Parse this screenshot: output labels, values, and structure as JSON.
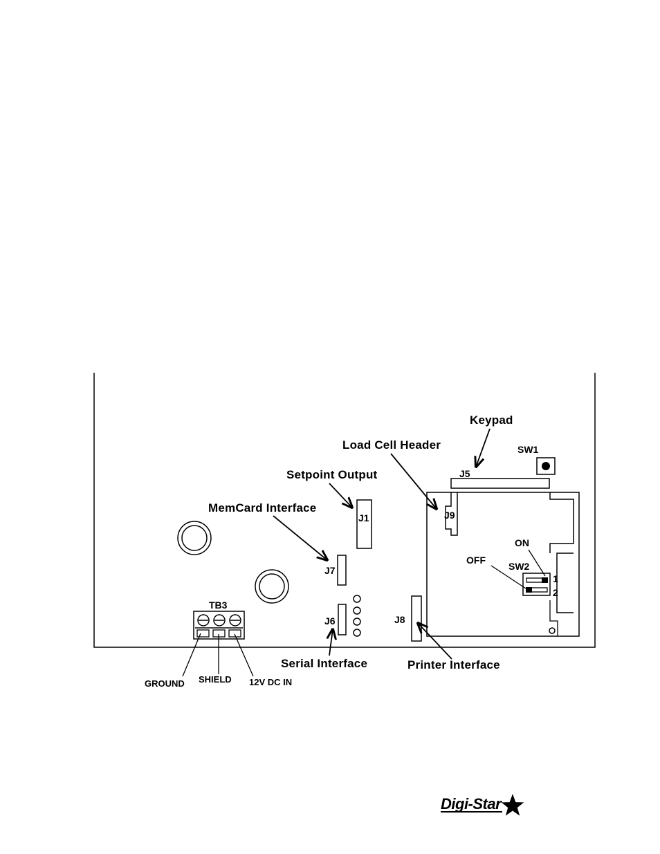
{
  "labels": {
    "keypad": "Keypad",
    "load_cell_header": "Load Cell Header",
    "setpoint_output": "Setpoint Output",
    "memcard_interface": "MemCard Interface",
    "serial_interface": "Serial Interface",
    "printer_interface": "Printer Interface",
    "ground": "GROUND",
    "shield": "SHIELD",
    "dc_in": "12V DC IN",
    "tb3": "TB3",
    "sw1": "SW1",
    "sw2": "SW2",
    "on": "ON",
    "off": "OFF",
    "switch_1": "1",
    "switch_2": "2",
    "j1": "J1",
    "j5": "J5",
    "j6": "J6",
    "j7": "J7",
    "j8": "J8",
    "j9": "J9"
  },
  "logo": {
    "text": "Digi-Star"
  },
  "colors": {
    "ink": "#000000",
    "paper": "#ffffff"
  }
}
